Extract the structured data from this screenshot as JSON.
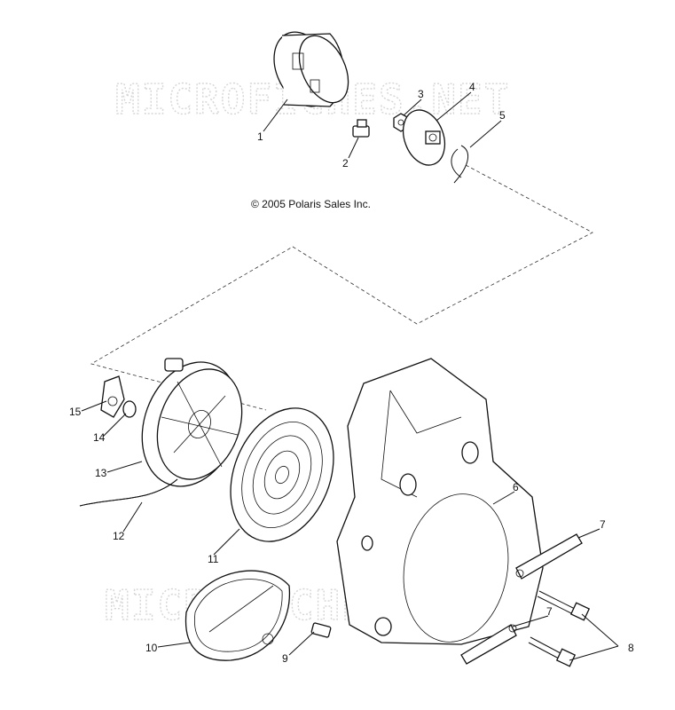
{
  "watermark": "MICROFICHES.NET",
  "copyright": "© 2005 Polaris Sales Inc.",
  "callouts": [
    "1",
    "2",
    "3",
    "4",
    "5",
    "6",
    "7",
    "7",
    "8",
    "9",
    "10",
    "11",
    "12",
    "13",
    "14",
    "15"
  ]
}
